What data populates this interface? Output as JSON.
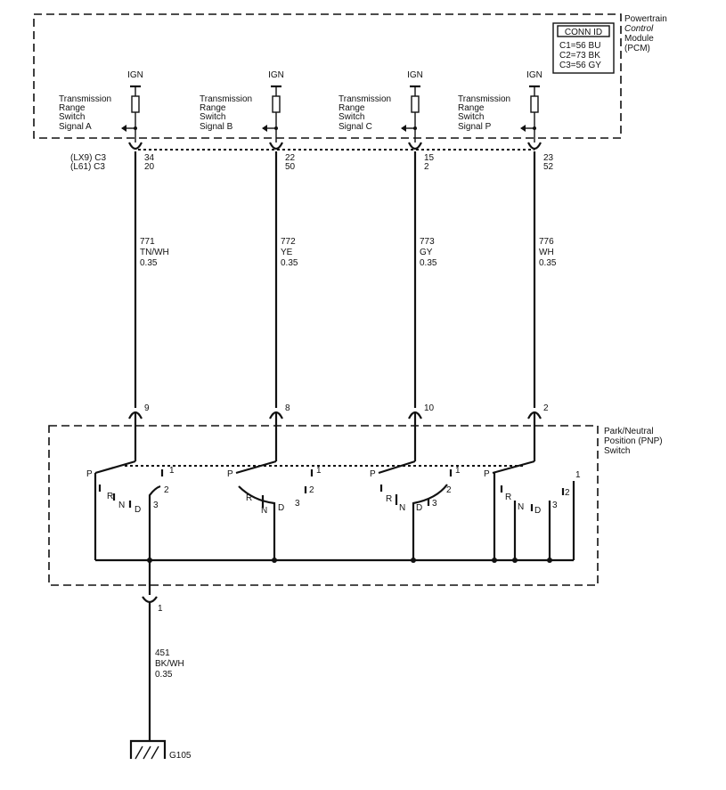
{
  "pcm": {
    "name_lines": [
      "Powertrain",
      "Control",
      "Module",
      "(PCM)"
    ],
    "conn_title": "CONN ID",
    "conn_lines": [
      "C1=56 BU",
      "C2=73 BK",
      "C3=56 GY"
    ]
  },
  "variant_labels": [
    "(LX9) C3",
    "(L61) C3"
  ],
  "circuits": [
    {
      "ign": "IGN",
      "signal": [
        "Transmission",
        "Range",
        "Switch",
        "Signal A"
      ],
      "pin_lx9": "34",
      "pin_l61": "20",
      "wire": [
        "771",
        "TN/WH",
        "0.35"
      ],
      "pnp_pin": "9"
    },
    {
      "ign": "IGN",
      "signal": [
        "Transmission",
        "Range",
        "Switch",
        "Signal B"
      ],
      "pin_lx9": "22",
      "pin_l61": "50",
      "wire": [
        "772",
        "YE",
        "0.35"
      ],
      "pnp_pin": "8"
    },
    {
      "ign": "IGN",
      "signal": [
        "Transmission",
        "Range",
        "Switch",
        "Signal C"
      ],
      "pin_lx9": "15",
      "pin_l61": "2",
      "wire": [
        "773",
        "GY",
        "0.35"
      ],
      "pnp_pin": "10"
    },
    {
      "ign": "IGN",
      "signal": [
        "Transmission",
        "Range",
        "Switch",
        "Signal P"
      ],
      "pin_lx9": "23",
      "pin_l61": "52",
      "wire": [
        "776",
        "WH",
        "0.35"
      ],
      "pnp_pin": "2"
    }
  ],
  "pnp": {
    "name_lines": [
      "Park/Neutral",
      "Position (PNP)",
      "Switch"
    ]
  },
  "switch_positions": [
    [
      "P",
      "R",
      "N",
      "D",
      "3",
      "2",
      "1"
    ],
    [
      "P",
      "R",
      "N",
      "D",
      "3",
      "2",
      "1"
    ],
    [
      "P",
      "R",
      "N",
      "D",
      "3",
      "2",
      "1"
    ],
    [
      "P",
      "R",
      "N",
      "D",
      "3",
      "2",
      "1"
    ]
  ],
  "ground": {
    "pin": "1",
    "wire": [
      "451",
      "BK/WH",
      "0.35"
    ],
    "name": "G105"
  }
}
